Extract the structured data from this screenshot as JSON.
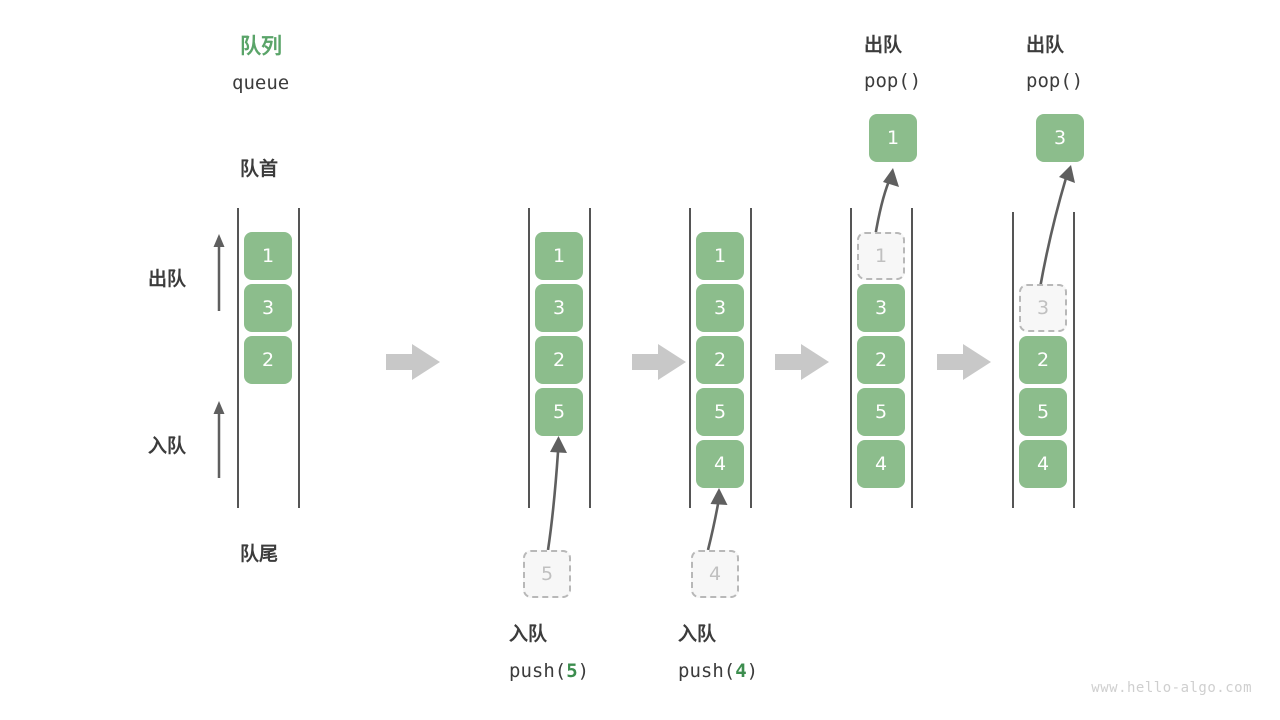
{
  "diagram": {
    "title_cn": "队列",
    "title_en": "queue",
    "head_label": "队首",
    "tail_label": "队尾",
    "dequeue_label": "出队",
    "enqueue_label": "入队",
    "watermark": "www.hello-algo.com",
    "colors": {
      "box_fill": "#8CBD8C",
      "box_text": "#ffffff",
      "ghost_fill": "#f7f7f7",
      "ghost_border": "#b8b8b8",
      "ghost_text": "#c0c0c0",
      "rail": "#555555",
      "arrow": "#5f5f5f",
      "connector": "#c8c8c8",
      "title_green": "#5AA469",
      "accent_green": "#3C8D4E",
      "text": "#3c3c3c",
      "watermark": "#cfcfcf"
    }
  },
  "steps": [
    {
      "id": "initial",
      "items": [
        "1",
        "3",
        "2"
      ],
      "ghost_index": null,
      "ghost_value": null,
      "header_cn": null,
      "header_code": null,
      "popped_value": null,
      "incoming_value": null,
      "footer_cn": null,
      "footer_code": null,
      "footer_code_prefix": null,
      "footer_code_arg": null,
      "footer_code_suffix": null
    },
    {
      "id": "push-5",
      "items": [
        "1",
        "3",
        "2",
        "5"
      ],
      "ghost_index": null,
      "ghost_value": null,
      "header_cn": null,
      "header_code": null,
      "popped_value": null,
      "incoming_value": "5",
      "footer_cn": "入队",
      "footer_code": "push(5)",
      "footer_code_prefix": "push(",
      "footer_code_arg": "5",
      "footer_code_suffix": ")"
    },
    {
      "id": "push-4",
      "items": [
        "1",
        "3",
        "2",
        "5",
        "4"
      ],
      "ghost_index": null,
      "ghost_value": null,
      "header_cn": null,
      "header_code": null,
      "popped_value": null,
      "incoming_value": "4",
      "footer_cn": "入队",
      "footer_code": "push(4)",
      "footer_code_prefix": "push(",
      "footer_code_arg": "4",
      "footer_code_suffix": ")"
    },
    {
      "id": "pop-1",
      "items": [
        "1",
        "3",
        "2",
        "5",
        "4"
      ],
      "ghost_index": 0,
      "ghost_value": "1",
      "header_cn": "出队",
      "header_code": "pop()",
      "popped_value": "1",
      "incoming_value": null,
      "footer_cn": null,
      "footer_code": null,
      "footer_code_prefix": null,
      "footer_code_arg": null,
      "footer_code_suffix": null
    },
    {
      "id": "pop-3",
      "items": [
        "3",
        "2",
        "5",
        "4"
      ],
      "ghost_index": 0,
      "ghost_value": "3",
      "header_cn": "出队",
      "header_code": "pop()",
      "popped_value": "3",
      "incoming_value": null,
      "footer_cn": null,
      "footer_code": null,
      "footer_code_prefix": null,
      "footer_code_arg": null,
      "footer_code_suffix": null
    }
  ],
  "connectors": [
    {
      "id": "connector-1"
    },
    {
      "id": "connector-2"
    },
    {
      "id": "connector-3"
    },
    {
      "id": "connector-4"
    }
  ]
}
